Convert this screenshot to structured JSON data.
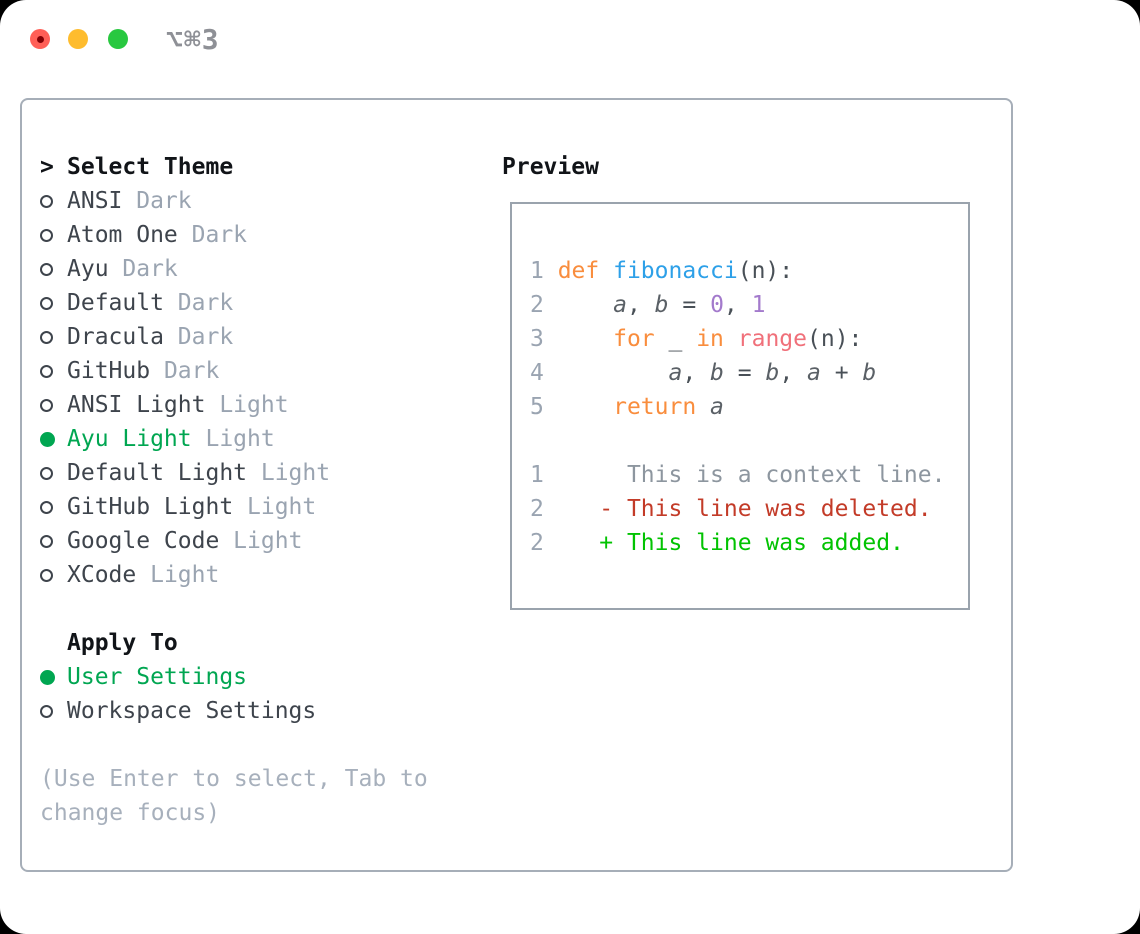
{
  "titlebar": {
    "shortcut": "⌥⌘3",
    "buttons": [
      "close",
      "minimize",
      "zoom"
    ]
  },
  "colors": {
    "accent_green": "#00a651",
    "muted": "#9aa4b1",
    "hint": "#a7b0bc",
    "item_text": "#3e444c",
    "heading": "#111418",
    "panel_border": "#a6aeb8",
    "preview_border": "#9aa3ad",
    "traffic_red": "#ff5f57",
    "traffic_yellow": "#febc2e",
    "traffic_green": "#28c840"
  },
  "theme_picker": {
    "title_prefix": ">",
    "title": "Select Theme",
    "themes": [
      {
        "name": "ANSI",
        "variant": "Dark",
        "selected": false
      },
      {
        "name": "Atom One",
        "variant": "Dark",
        "selected": false
      },
      {
        "name": "Ayu",
        "variant": "Dark",
        "selected": false
      },
      {
        "name": "Default",
        "variant": "Dark",
        "selected": false
      },
      {
        "name": "Dracula",
        "variant": "Dark",
        "selected": false
      },
      {
        "name": "GitHub",
        "variant": "Dark",
        "selected": false
      },
      {
        "name": "ANSI Light",
        "variant": "Light",
        "selected": false
      },
      {
        "name": "Ayu Light",
        "variant": "Light",
        "selected": true
      },
      {
        "name": "Default Light",
        "variant": "Light",
        "selected": false
      },
      {
        "name": "GitHub Light",
        "variant": "Light",
        "selected": false
      },
      {
        "name": "Google Code",
        "variant": "Light",
        "selected": false
      },
      {
        "name": "XCode",
        "variant": "Light",
        "selected": false
      }
    ],
    "apply_to": {
      "title": "Apply To",
      "options": [
        {
          "name": "User Settings",
          "selected": true
        },
        {
          "name": "Workspace Settings",
          "selected": false
        }
      ]
    },
    "hint_lines": [
      "(Use Enter to select, Tab to",
      "change focus)"
    ]
  },
  "preview": {
    "title": "Preview",
    "token_colors": {
      "ln": "#9aa4b1",
      "kw": "#f98d3d",
      "fn": "#2da0e8",
      "pl": "#495057",
      "var": "#5a6066",
      "num": "#a37acc",
      "call": "#f0707a",
      "ctx": "#8d969f",
      "del": "#c33b28",
      "add": "#02c302"
    },
    "lines": [
      {
        "num": "1",
        "tokens": [
          [
            "kw",
            "def "
          ],
          [
            "fn",
            "fibonacci"
          ],
          [
            "pl",
            "(n):"
          ]
        ]
      },
      {
        "num": "2",
        "tokens": [
          [
            "pl",
            "    "
          ],
          [
            "var",
            "a"
          ],
          [
            "pl",
            ", "
          ],
          [
            "var",
            "b"
          ],
          [
            "pl",
            " = "
          ],
          [
            "num",
            "0"
          ],
          [
            "pl",
            ", "
          ],
          [
            "num",
            "1"
          ]
        ]
      },
      {
        "num": "3",
        "tokens": [
          [
            "pl",
            "    "
          ],
          [
            "kw",
            "for"
          ],
          [
            "pl",
            " _ "
          ],
          [
            "kw",
            "in"
          ],
          [
            "pl",
            " "
          ],
          [
            "call",
            "range"
          ],
          [
            "pl",
            "(n):"
          ]
        ]
      },
      {
        "num": "4",
        "tokens": [
          [
            "pl",
            "        "
          ],
          [
            "var",
            "a"
          ],
          [
            "pl",
            ", "
          ],
          [
            "var",
            "b"
          ],
          [
            "pl",
            " = "
          ],
          [
            "var",
            "b"
          ],
          [
            "pl",
            ", "
          ],
          [
            "var",
            "a"
          ],
          [
            "pl",
            " + "
          ],
          [
            "var",
            "b"
          ]
        ]
      },
      {
        "num": "5",
        "tokens": [
          [
            "pl",
            "    "
          ],
          [
            "kw",
            "return "
          ],
          [
            "var",
            "a"
          ]
        ]
      },
      {
        "num": "",
        "tokens": []
      },
      {
        "num": "1",
        "tokens": [
          [
            "ctx",
            "     This is a context line."
          ]
        ]
      },
      {
        "num": "2",
        "tokens": [
          [
            "del",
            "   - This line was deleted."
          ]
        ]
      },
      {
        "num": "2",
        "tokens": [
          [
            "add",
            "   + This line was added."
          ]
        ]
      }
    ]
  }
}
